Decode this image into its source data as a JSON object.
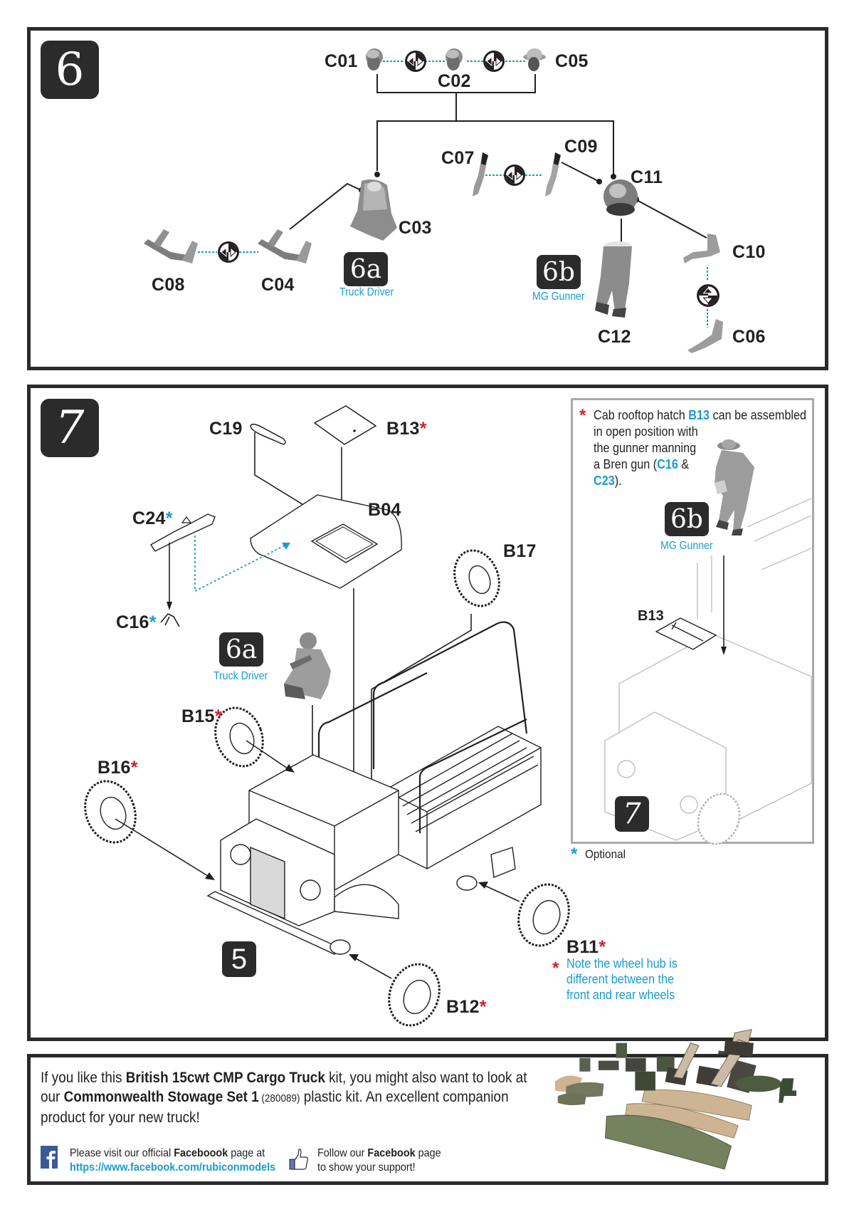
{
  "step6": {
    "number": "6",
    "parts": {
      "c01": "C01",
      "c02": "C02",
      "c05": "C05",
      "c03": "C03",
      "c07": "C07",
      "c09": "C09",
      "c11": "C11",
      "c08": "C08",
      "c04": "C04",
      "c10": "C10",
      "c12": "C12",
      "c06": "C06"
    },
    "sub_a": {
      "badge": "6a",
      "caption": "Truck Driver"
    },
    "sub_b": {
      "badge": "6b",
      "caption": "MG Gunner"
    }
  },
  "step7": {
    "number": "7",
    "parts": {
      "c19": "C19",
      "b13": "B13",
      "b04": "B04",
      "c24": "C24",
      "c16": "C16",
      "b17": "B17",
      "b15": "B15",
      "b16": "B16",
      "b11": "B11",
      "b12": "B12"
    },
    "asterisk": "*",
    "sub_a": {
      "badge": "6a",
      "caption": "Truck Driver"
    },
    "ref_step": "5",
    "wheel_note": [
      "Note the wheel hub is",
      "different between the",
      "front and rear wheels"
    ],
    "inset": {
      "note_parts": {
        "pre": "Cab rooftop hatch ",
        "b13": "B13",
        "mid": " can be assembled",
        "line2": "in open position with",
        "line3": "the gunner manning",
        "line4_pre": "a Bren gun (",
        "c16": "C16",
        "amp": " &",
        "c23": "C23",
        "end": ")."
      },
      "badge": "6b",
      "caption": "MG Gunner",
      "part_label": "B13",
      "step_badge": "7"
    },
    "optional_legend": "Optional"
  },
  "footer": {
    "line1_pre": "If you like this ",
    "line1_bold": "British 15cwt CMP Cargo Truck",
    "line1_post": " kit, you might also want to look at",
    "line2_pre": "our ",
    "line2_bold": "Commonwealth Stowage Set 1",
    "line2_code": " (280089)",
    "line2_post": " plastic kit.  An excellent companion",
    "line3": "product for your new truck!",
    "facebook": {
      "visit_pre": "Please visit our official ",
      "visit_bold": "Faceboook",
      "visit_post": " page at",
      "url": "https://www.facebook.com/rubiconmodels",
      "follow_pre": "Follow our ",
      "follow_bold": "Facebook",
      "follow_post": " page",
      "follow_line2": "to show your support!"
    }
  },
  "colors": {
    "accent_blue": "#1a9bd0",
    "accent_red": "#d4202a",
    "badge_dark": "#2b2b2b",
    "facebook_blue": "#3b5998"
  }
}
